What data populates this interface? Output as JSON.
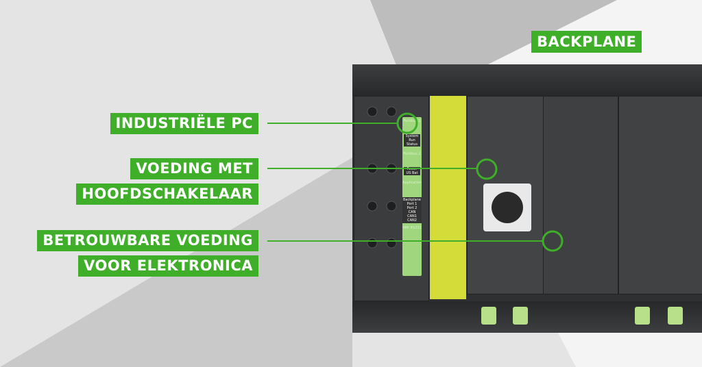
{
  "labels": {
    "backplane": "BACKPLANE",
    "industrial_pc": "INDUSTRIËLE PC",
    "power_supply_line1": "VOEDING MET",
    "power_supply_line2": "HOOFDSCHAKELAAR",
    "reliable_power_line1": "BETROUWBARE VOEDING",
    "reliable_power_line2": "VOOR ELEKTRONICA"
  },
  "module_panel": {
    "fieldbus1": "Fieldbus 1",
    "system": "System",
    "run": "Run",
    "status": "Status",
    "fieldbus2": "Fieldbus 2",
    "power": "Power",
    "us": "US",
    "bat": "Bat",
    "application": "Application",
    "backplane": "Backplane",
    "port1": "Port 1",
    "port2": "Port 2",
    "can": "CAN",
    "can1": "CAN1",
    "can2": "CAN2",
    "hmi": "HMI",
    "rs232": "RS232"
  },
  "colors": {
    "accent": "#3fae29",
    "yellow": "#d4dc3a",
    "device": "#3a3c3e"
  }
}
